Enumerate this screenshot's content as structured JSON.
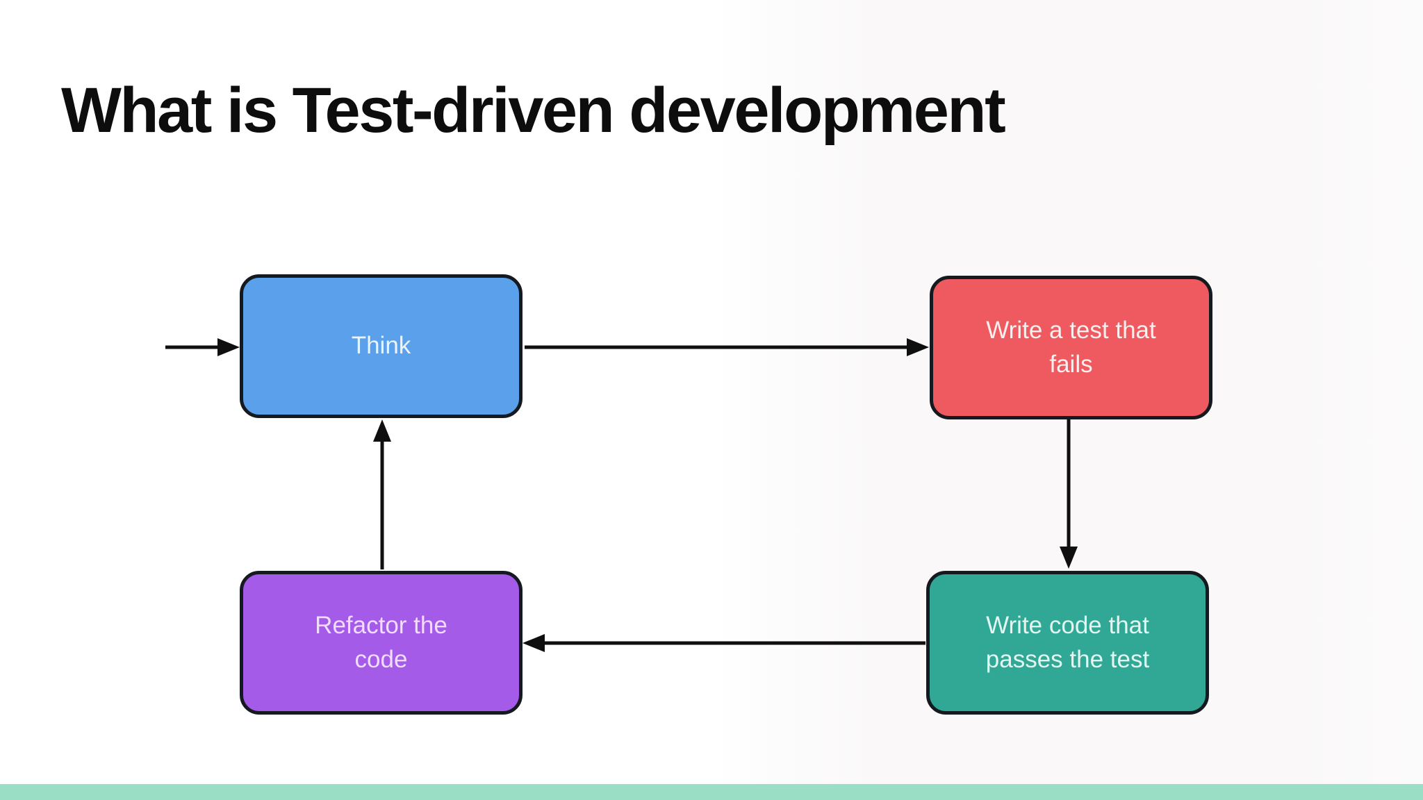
{
  "title": "What is Test-driven development",
  "diagram": {
    "nodes": [
      {
        "id": "think",
        "label": "Think",
        "fill": "#5AA0EB",
        "text_color": "#EAF3FE"
      },
      {
        "id": "write-test",
        "label": "Write a test that\nfails",
        "fill": "#EE5A5F",
        "text_color": "#FBEEEE"
      },
      {
        "id": "write-code",
        "label": "Write code that\npasses the test",
        "fill": "#31A795",
        "text_color": "#E2F6F1"
      },
      {
        "id": "refactor",
        "label": "Refactor the\ncode",
        "fill": "#A35BE8",
        "text_color": "#F1DCFE"
      }
    ],
    "edges": [
      {
        "from": "start",
        "to": "think"
      },
      {
        "from": "think",
        "to": "write-test"
      },
      {
        "from": "write-test",
        "to": "write-code"
      },
      {
        "from": "write-code",
        "to": "refactor"
      },
      {
        "from": "refactor",
        "to": "think"
      }
    ],
    "arrow_color": "#0f0f10",
    "border_color": "#151a21"
  },
  "footer": {
    "bar_color": "#9ADEC6"
  }
}
